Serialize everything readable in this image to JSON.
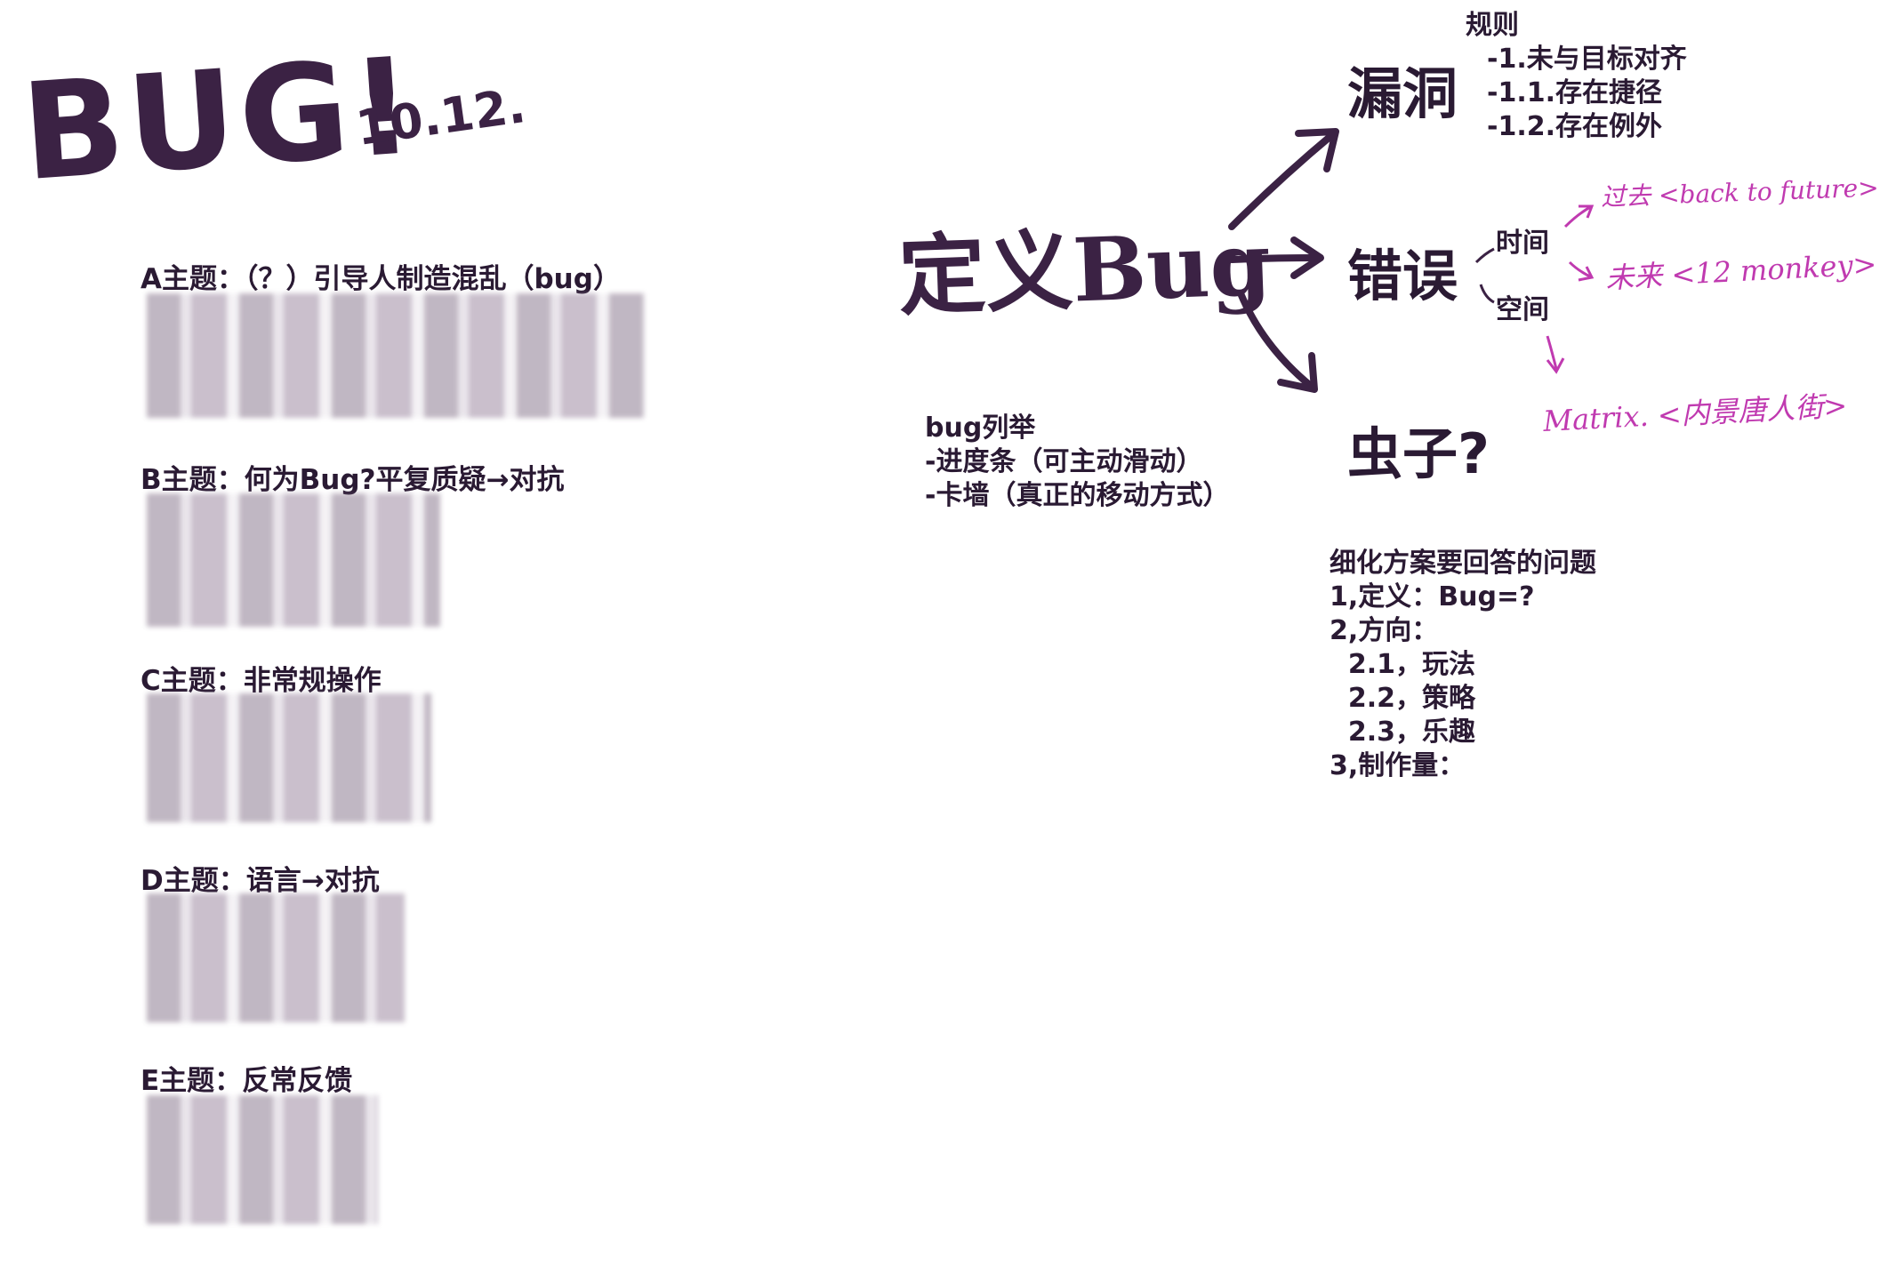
{
  "header": {
    "logo_text": "BUG!",
    "date_text": "10.12."
  },
  "themes": [
    {
      "title": "A主题：（？）引导人制造混乱（bug）"
    },
    {
      "title": "B主题：何为Bug?平复质疑→对抗"
    },
    {
      "title": "C主题：非常规操作"
    },
    {
      "title": "D主题：语言→对抗"
    },
    {
      "title": "E主题：反常反馈"
    }
  ],
  "mindmap": {
    "root": "定义Bug",
    "branches": {
      "loophole": "漏洞",
      "error": "错误",
      "bug": "虫子?"
    },
    "rules": {
      "title": "规则",
      "lines": [
        "-1.未与目标对齐",
        "-1.1.存在捷径",
        "-1.2.存在例外"
      ]
    },
    "time_label": "时间",
    "space_label": "空间",
    "annotations": {
      "time_past": "过去 <back to future>",
      "time_future": "未来 <12 monkey>",
      "space": "Matrix. <内景唐人街>"
    }
  },
  "bug_list": {
    "title": "bug列举",
    "items": [
      "-进度条（可主动滑动）",
      "-卡墙（真正的移动方式）"
    ]
  },
  "questions": {
    "title": "细化方案要回答的问题",
    "items": [
      "1,定义：Bug=?",
      "2,方向：",
      "  2.1，玩法",
      "  2.2，策略",
      "  2.3，乐趣",
      "3,制作量："
    ]
  },
  "colors": {
    "ink": "#3b2244",
    "accent_pink": "#c03ab0"
  }
}
